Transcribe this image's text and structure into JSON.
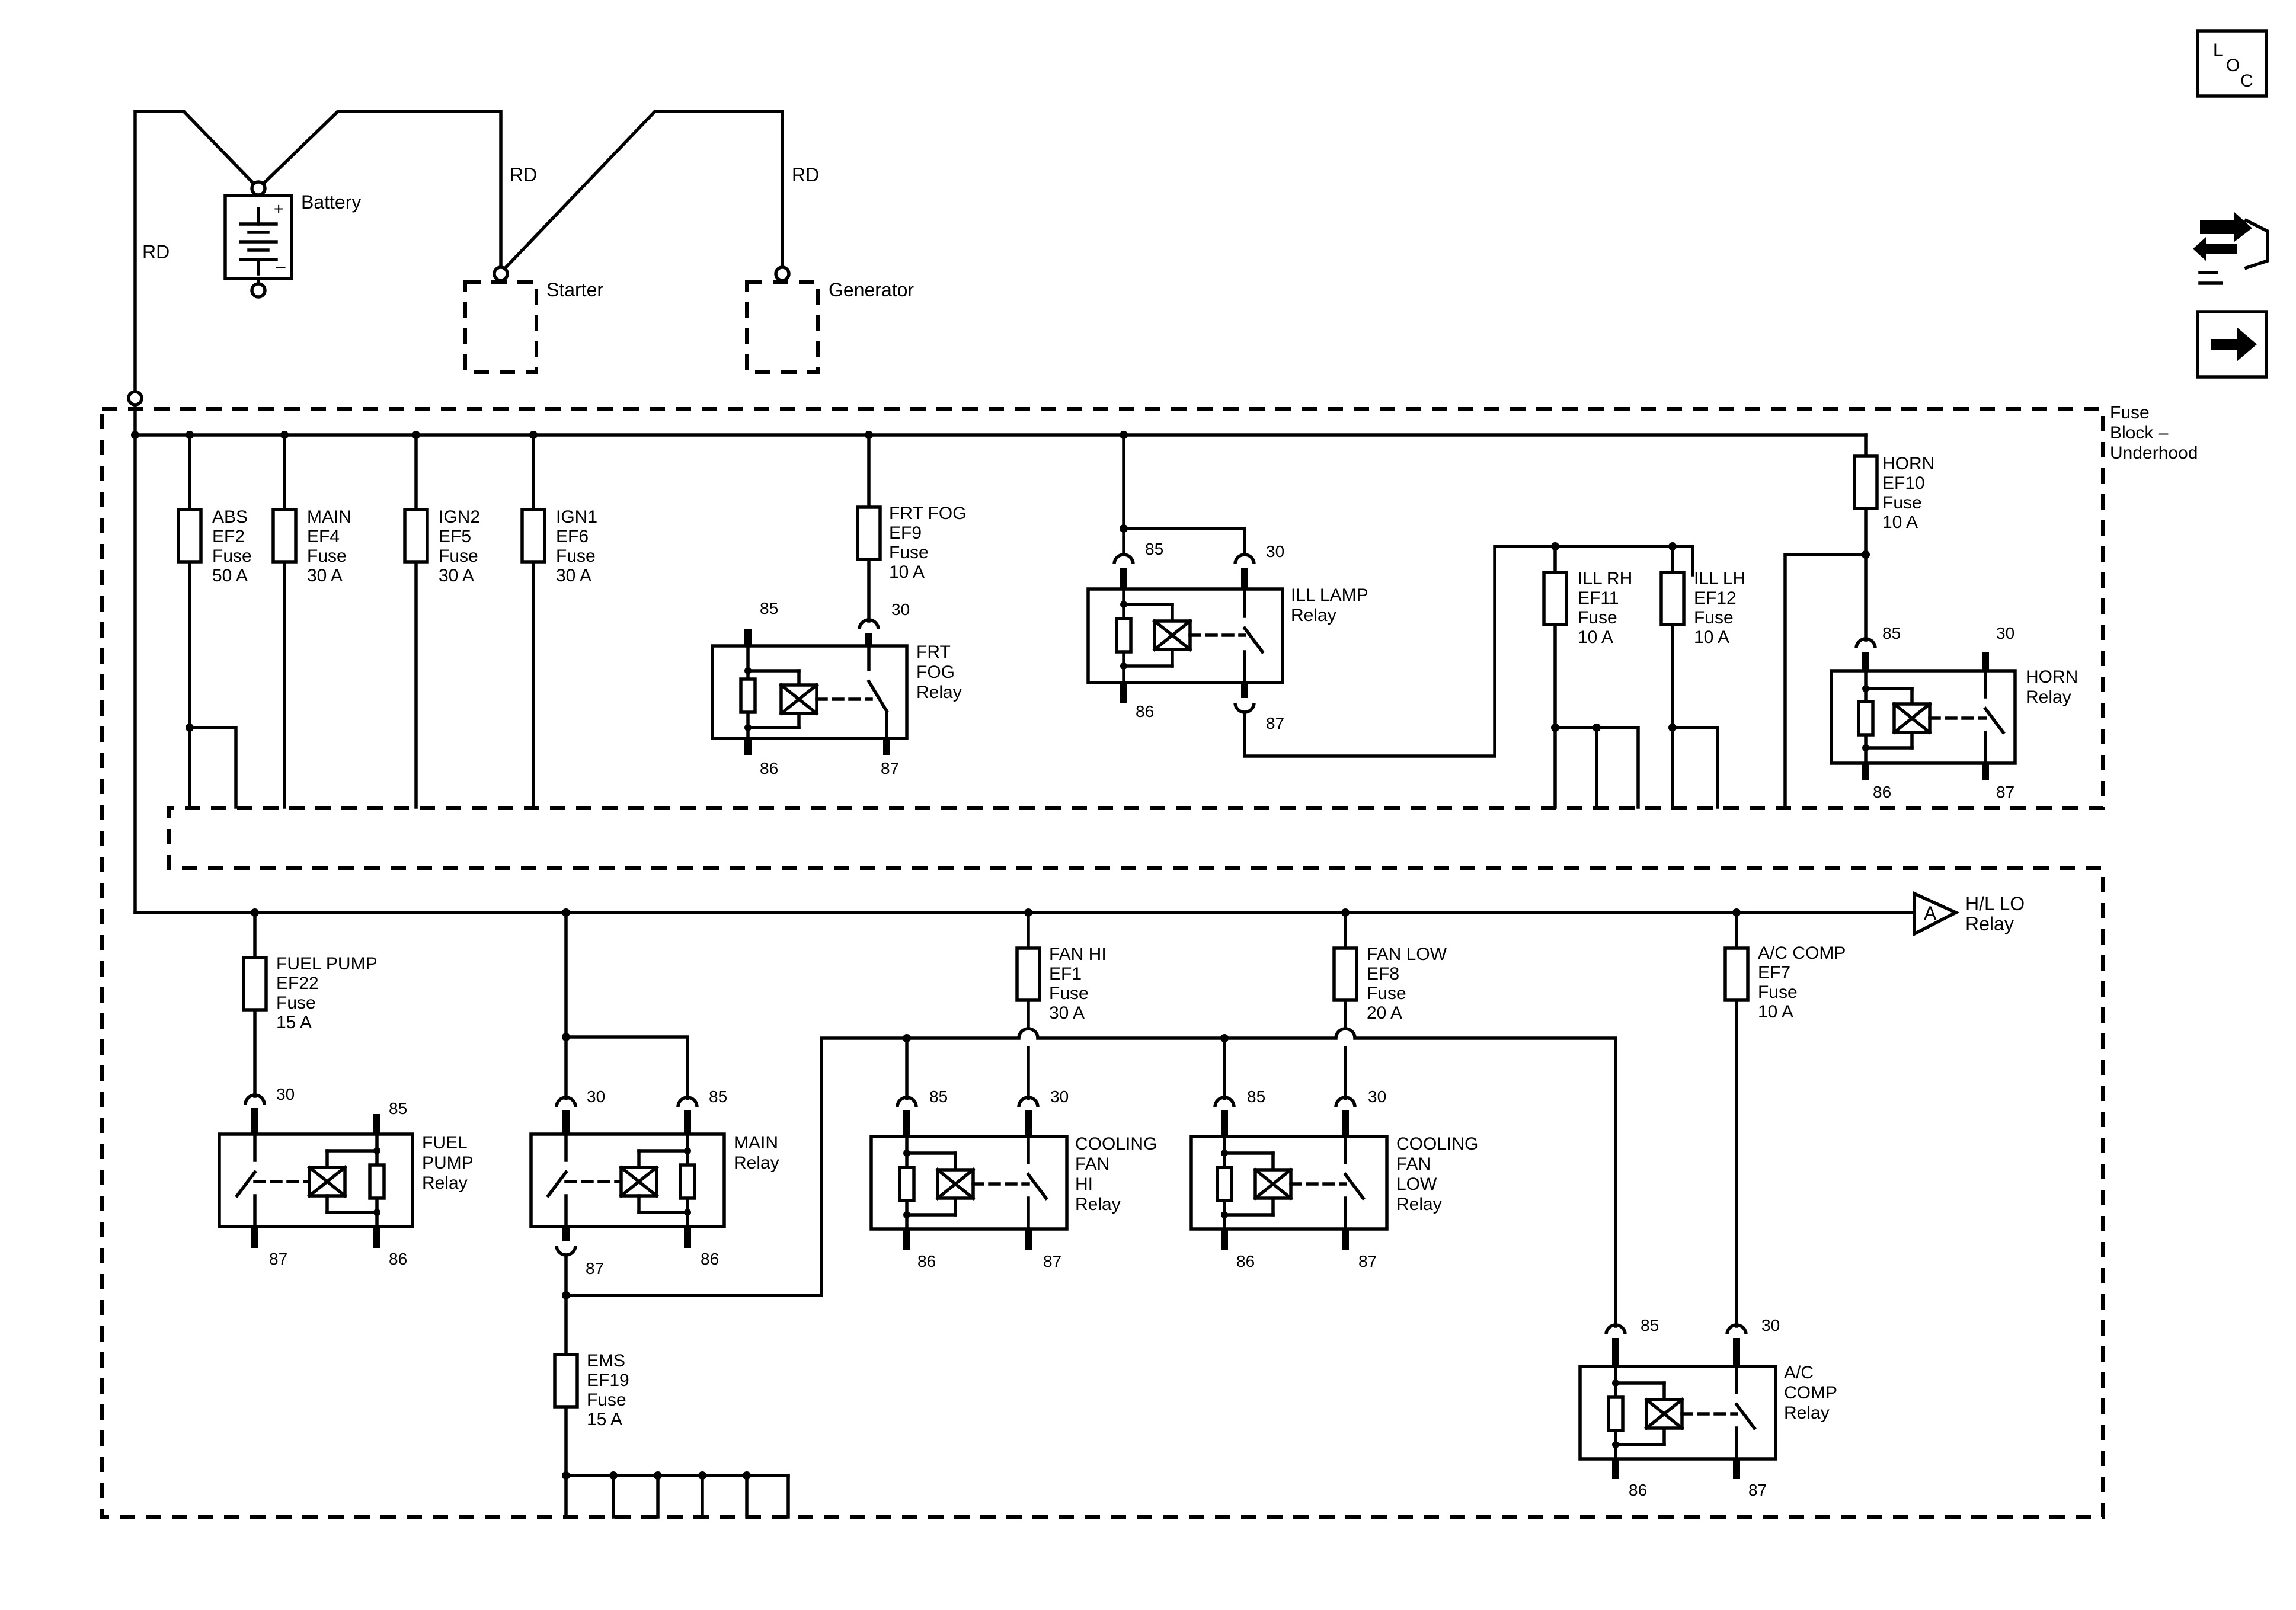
{
  "wire_colors": {
    "battery_feed": "RD",
    "starter_feed": "RD",
    "generator_feed": "RD"
  },
  "components": {
    "battery": {
      "label": "Battery",
      "pos": "+",
      "neg": "–"
    },
    "starter": {
      "label": "Starter"
    },
    "generator": {
      "label": "Generator"
    },
    "fuse_block": {
      "line1": "Fuse",
      "line2": "Block –",
      "line3": "Underhood"
    }
  },
  "fuses": {
    "abs": {
      "name": "ABS",
      "id": "EF2",
      "type": "Fuse",
      "rating": "50 A"
    },
    "main": {
      "name": "MAIN",
      "id": "EF4",
      "type": "Fuse",
      "rating": "30 A"
    },
    "ign2": {
      "name": "IGN2",
      "id": "EF5",
      "type": "Fuse",
      "rating": "30 A"
    },
    "ign1": {
      "name": "IGN1",
      "id": "EF6",
      "type": "Fuse",
      "rating": "30 A"
    },
    "frt_fog": {
      "name": "FRT FOG",
      "id": "EF9",
      "type": "Fuse",
      "rating": "10 A"
    },
    "ill_rh": {
      "name": "ILL RH",
      "id": "EF11",
      "type": "Fuse",
      "rating": "10 A"
    },
    "ill_lh": {
      "name": "ILL LH",
      "id": "EF12",
      "type": "Fuse",
      "rating": "10 A"
    },
    "horn": {
      "name": "HORN",
      "id": "EF10",
      "type": "Fuse",
      "rating": "10 A"
    },
    "fuel_pump": {
      "name": "FUEL PUMP",
      "id": "EF22",
      "type": "Fuse",
      "rating": "15 A"
    },
    "fan_hi": {
      "name": "FAN HI",
      "id": "EF1",
      "type": "Fuse",
      "rating": "30 A"
    },
    "fan_low": {
      "name": "FAN LOW",
      "id": "EF8",
      "type": "Fuse",
      "rating": "20 A"
    },
    "ac_comp": {
      "name": "A/C COMP",
      "id": "EF7",
      "type": "Fuse",
      "rating": "10 A"
    },
    "ems": {
      "name": "EMS",
      "id": "EF19",
      "type": "Fuse",
      "rating": "15 A"
    }
  },
  "relays": {
    "frt_fog": {
      "lines": [
        "FRT",
        "FOG",
        "Relay"
      ]
    },
    "ill_lamp": {
      "lines": [
        "ILL LAMP",
        "Relay"
      ]
    },
    "horn": {
      "lines": [
        "HORN",
        "Relay"
      ]
    },
    "fuel_pump": {
      "lines": [
        "FUEL",
        "PUMP",
        "Relay"
      ]
    },
    "main": {
      "lines": [
        "MAIN",
        "Relay"
      ]
    },
    "cooling_hi": {
      "lines": [
        "COOLING",
        "FAN",
        "HI",
        "Relay"
      ]
    },
    "cooling_low": {
      "lines": [
        "COOLING",
        "FAN",
        "LOW",
        "Relay"
      ]
    },
    "ac_comp": {
      "lines": [
        "A/C",
        "COMP",
        "Relay"
      ]
    }
  },
  "pins": {
    "p85": "85",
    "p86": "86",
    "p87": "87",
    "p30": "30"
  },
  "connector": {
    "letter": "A",
    "line1": "H/L LO",
    "line2": "Relay"
  },
  "nav": {
    "loc_l": "L",
    "loc_o": "O",
    "loc_c": "C"
  },
  "icons": [
    "loc-icon",
    "connector-view-icon",
    "next-arrow-icon"
  ]
}
